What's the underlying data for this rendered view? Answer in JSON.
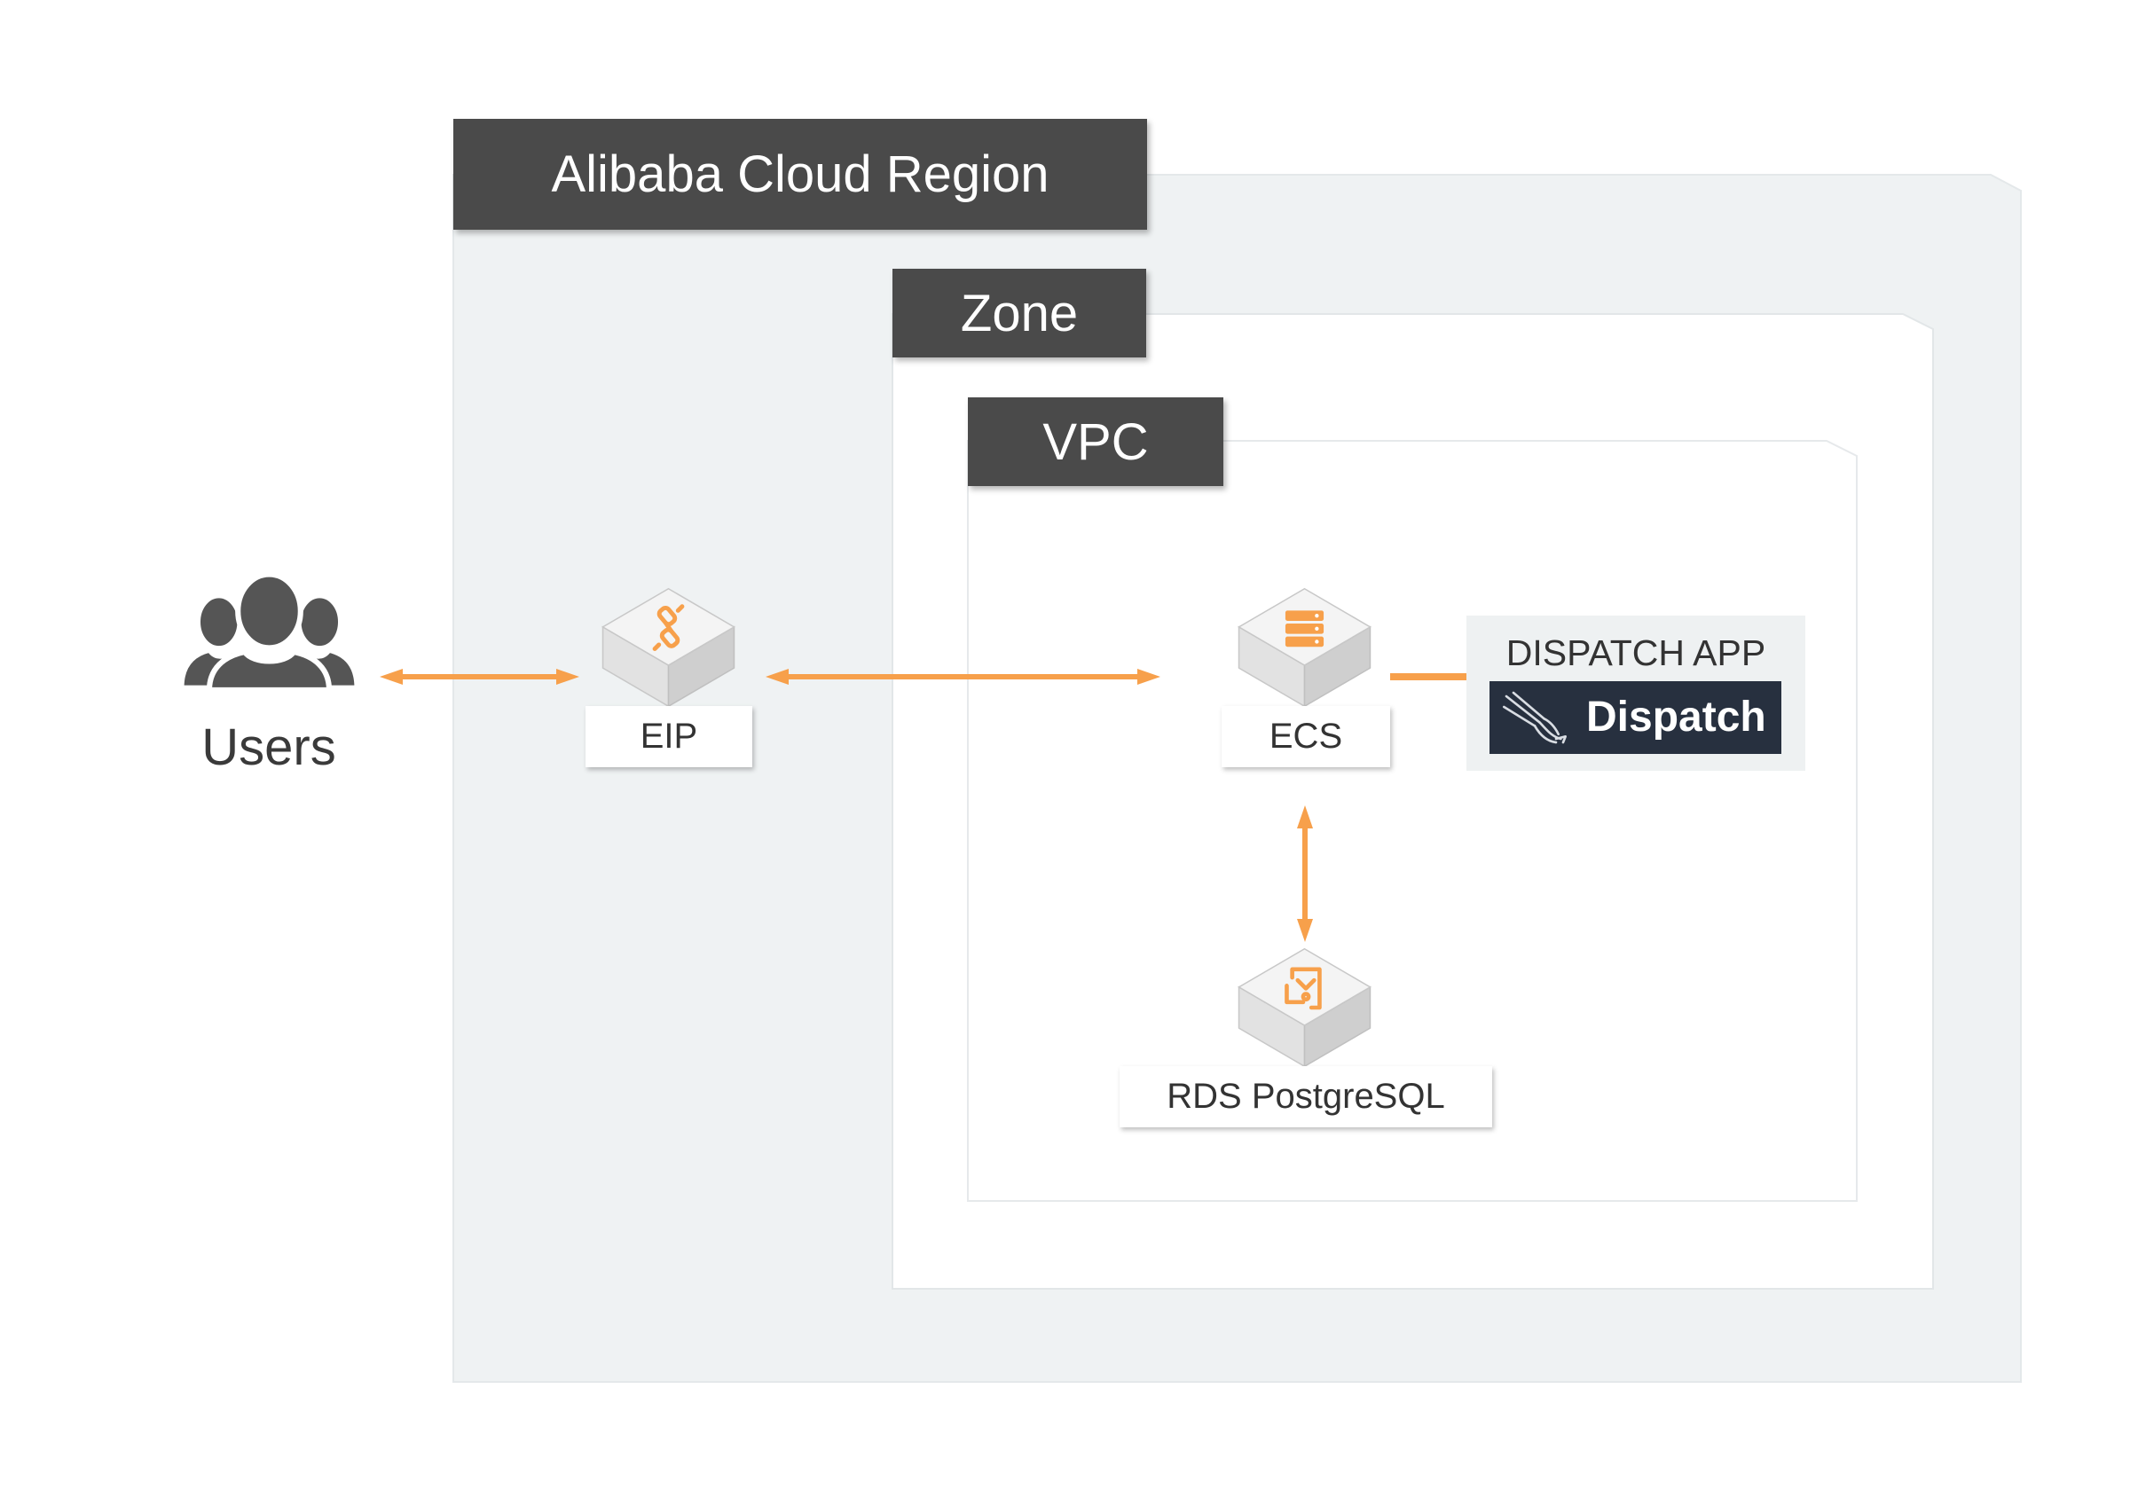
{
  "region": {
    "title": "Alibaba Cloud Region"
  },
  "zone": {
    "title": "Zone"
  },
  "vpc": {
    "title": "VPC"
  },
  "users": {
    "label": "Users",
    "icon": "users-icon"
  },
  "nodes": {
    "eip": {
      "label": "EIP",
      "icon": "eip-icon"
    },
    "ecs": {
      "label": "ECS",
      "icon": "ecs-icon"
    },
    "rds": {
      "label": "RDS PostgreSQL",
      "icon": "rds-icon"
    }
  },
  "dispatch_app": {
    "title": "DISPATCH APP",
    "logo_text": "Dispatch",
    "logo_icon": "dispatch-bird-icon"
  },
  "colors": {
    "accent": "#f7a04b",
    "header_bg": "#4a4a4a",
    "region_bg": "#eff2f3",
    "logo_bg": "#27303f"
  }
}
